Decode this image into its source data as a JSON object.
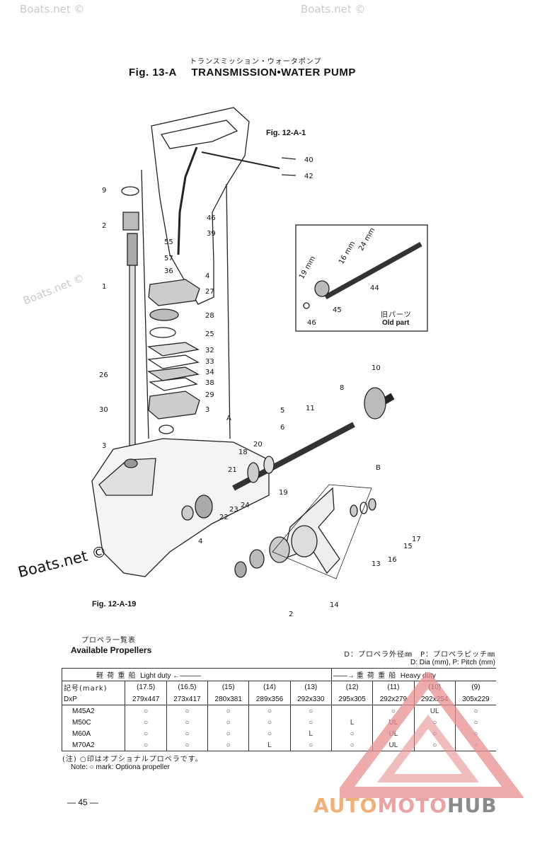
{
  "watermarks": [
    "Boats.net ©",
    "Boats.net ©",
    "Boats.net ©"
  ],
  "header": {
    "jp_title": "トランスミッション・ウォータポンプ",
    "fig_label": "Fig. 13-A",
    "title": "TRANSMISSION•WATER PUMP"
  },
  "refs": {
    "fig_12_a_1": "Fig. 12-A-1",
    "fig_12_a_19": "Fig. 12-A-19",
    "old_part_jp": "旧パーツ",
    "old_part": "Old part"
  },
  "callouts": [
    "9",
    "2",
    "1",
    "26",
    "30",
    "3",
    "55",
    "57",
    "36",
    "4",
    "46",
    "39",
    "40",
    "42",
    "27",
    "28",
    "25",
    "32",
    "33",
    "34",
    "38",
    "29",
    "3",
    "A",
    "5",
    "6",
    "11",
    "8",
    "10",
    "20",
    "18",
    "21",
    "19",
    "22",
    "23",
    "24",
    "4",
    "B",
    "16",
    "15",
    "17",
    "13",
    "14",
    "2",
    "44",
    "45",
    "46",
    "19 mm",
    "16 mm",
    "24 mm"
  ],
  "brand_watermark": {
    "text": "Boats.net ©"
  },
  "propellers": {
    "jp_title": "プロペラ一覧表",
    "title": "Available Propellers",
    "legend_jp": "D：プロペラ外径㎜　P：プロペラピッチ㎜",
    "legend": "D: Dia (mm),  P: Pitch (mm)",
    "group_light_jp": "軽 荷 重 船",
    "group_light": "Light duty",
    "group_heavy_jp": "重 荷 重 船",
    "group_heavy": "Heavy duty",
    "col_mark_label": "記号(mark)",
    "col_dxp_label": "DxP",
    "marks": [
      "(17.5)",
      "(16.5)",
      "(15)",
      "(14)",
      "(13)",
      "(12)",
      "(11)",
      "(10)",
      "(9)"
    ],
    "sizes": [
      "279x447",
      "273x417",
      "280x381",
      "289x356",
      "292x330",
      "295x305",
      "292x279",
      "292x254",
      "305x229"
    ],
    "rows": [
      {
        "model": "M45A2",
        "cells": [
          "○",
          "○",
          "○",
          "○",
          "○",
          "",
          "○",
          "UL",
          "○"
        ]
      },
      {
        "model": "M50C",
        "cells": [
          "○",
          "○",
          "○",
          "○",
          "○",
          "L",
          "UL",
          "○",
          "○"
        ]
      },
      {
        "model": "M60A",
        "cells": [
          "○",
          "○",
          "○",
          "○",
          "L",
          "○",
          "UL",
          "○",
          "○"
        ]
      },
      {
        "model": "M70A2",
        "cells": [
          "○",
          "○",
          "○",
          "L",
          "○",
          "○",
          "UL",
          "○",
          "○"
        ]
      }
    ],
    "note_jp": "(注) ○印はオプショナルプロペラです。",
    "note": "Note: ○ mark: Optiona  propeller"
  },
  "page_number": "— 45 —",
  "brand": {
    "part1": "AUTO",
    "part2": "MOTO",
    "part3": "HUB",
    "color1": "#f0b07a",
    "color2": "#e9a3a3",
    "color3": "#8a8a8a",
    "triangle_color": "#e88f8f"
  }
}
